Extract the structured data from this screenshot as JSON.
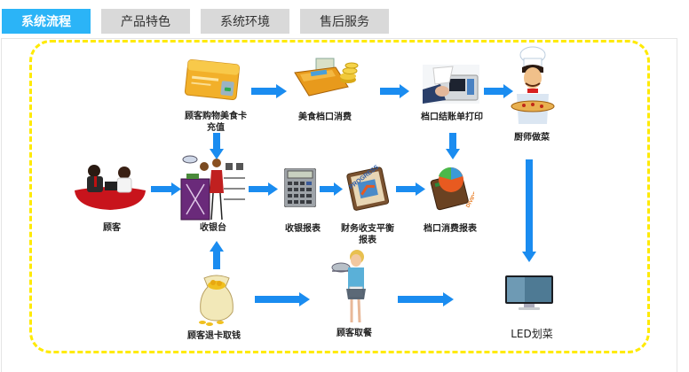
{
  "tabs": [
    {
      "label": "系统流程",
      "active": true
    },
    {
      "label": "产品特色",
      "active": false
    },
    {
      "label": "系统环境",
      "active": false
    },
    {
      "label": "售后服务",
      "active": false
    }
  ],
  "flow": {
    "nodes": {
      "card_recharge": {
        "label_line1": "顾客购物美食卡",
        "label_line2": "充值",
        "icon": "gold-credit-card-icon"
      },
      "stall_consume": {
        "label": "美食档口消费",
        "icon": "wallet-coins-icon"
      },
      "stall_print": {
        "label": "档口结账单打印",
        "icon": "receipt-printer-icon"
      },
      "chef": {
        "label": "厨师做菜",
        "icon": "chef-pizza-icon"
      },
      "customer": {
        "label": "顾客",
        "icon": "customers-meeting-icon"
      },
      "cashier": {
        "label": "收银台",
        "icon": "cashier-counter-icon"
      },
      "cash_report": {
        "label": "收银报表",
        "icon": "calculator-icon"
      },
      "finance_report": {
        "label_line1": "财务收支平衡",
        "label_line2": "报表",
        "icon": "progress-book-icon"
      },
      "stall_report": {
        "label": "档口消费报表",
        "icon": "dividend-pie-book-icon"
      },
      "refund": {
        "label": "顾客退卡取钱",
        "icon": "money-bag-icon"
      },
      "pickup": {
        "label": "顾客取餐",
        "icon": "waitress-icon"
      },
      "led": {
        "label": "LED划菜",
        "icon": "led-monitor-icon"
      }
    },
    "book_texts": {
      "progress": "PROGRESS",
      "dividend": "DIVIDEND"
    },
    "arrow_color": "#1a8cf0",
    "border_color": "#ffea00"
  }
}
